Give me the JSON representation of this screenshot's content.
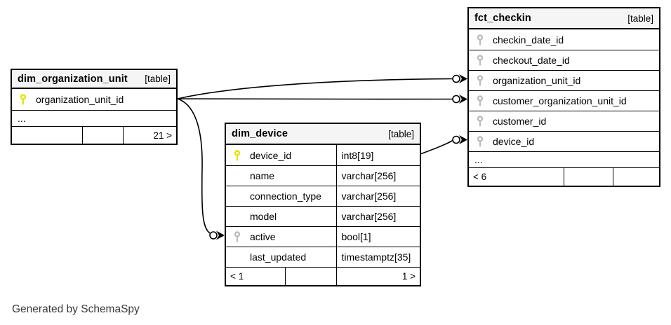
{
  "diagram": {
    "credit": "Generated by SchemaSpy"
  },
  "colors": {
    "primary_key_icon": "#e4e400",
    "secondary_key_icon": "#bcbcbc",
    "header_background": "#f5f5f5",
    "border": "#000000"
  },
  "tables": {
    "dim_organization_unit": {
      "title": "dim_organization_unit",
      "badge": "[table]",
      "columns": [
        {
          "name": "organization_unit_id",
          "icon": "primary-key"
        }
      ],
      "more_indicator": "...",
      "footer": [
        "",
        "",
        "21 >"
      ]
    },
    "dim_device": {
      "title": "dim_device",
      "badge": "[table]",
      "columns": [
        {
          "name": "device_id",
          "type": "int8[19]",
          "icon": "primary-key"
        },
        {
          "name": "name",
          "type": "varchar[256]",
          "icon": ""
        },
        {
          "name": "connection_type",
          "type": "varchar[256]",
          "icon": ""
        },
        {
          "name": "model",
          "type": "varchar[256]",
          "icon": ""
        },
        {
          "name": "active",
          "type": "bool[1]",
          "icon": "secondary-key"
        },
        {
          "name": "last_updated",
          "type": "timestamptz[35]",
          "icon": ""
        }
      ],
      "footer": [
        "< 1",
        "",
        "1 >"
      ]
    },
    "fct_checkin": {
      "title": "fct_checkin",
      "badge": "[table]",
      "columns": [
        {
          "name": "checkin_date_id",
          "icon": "secondary-key"
        },
        {
          "name": "checkout_date_id",
          "icon": "secondary-key"
        },
        {
          "name": "organization_unit_id",
          "icon": "secondary-key"
        },
        {
          "name": "customer_organization_unit_id",
          "icon": "secondary-key"
        },
        {
          "name": "customer_id",
          "icon": "secondary-key"
        },
        {
          "name": "device_id",
          "icon": "secondary-key"
        }
      ],
      "more_indicator": "...",
      "footer": [
        "< 6",
        "",
        ""
      ]
    }
  }
}
